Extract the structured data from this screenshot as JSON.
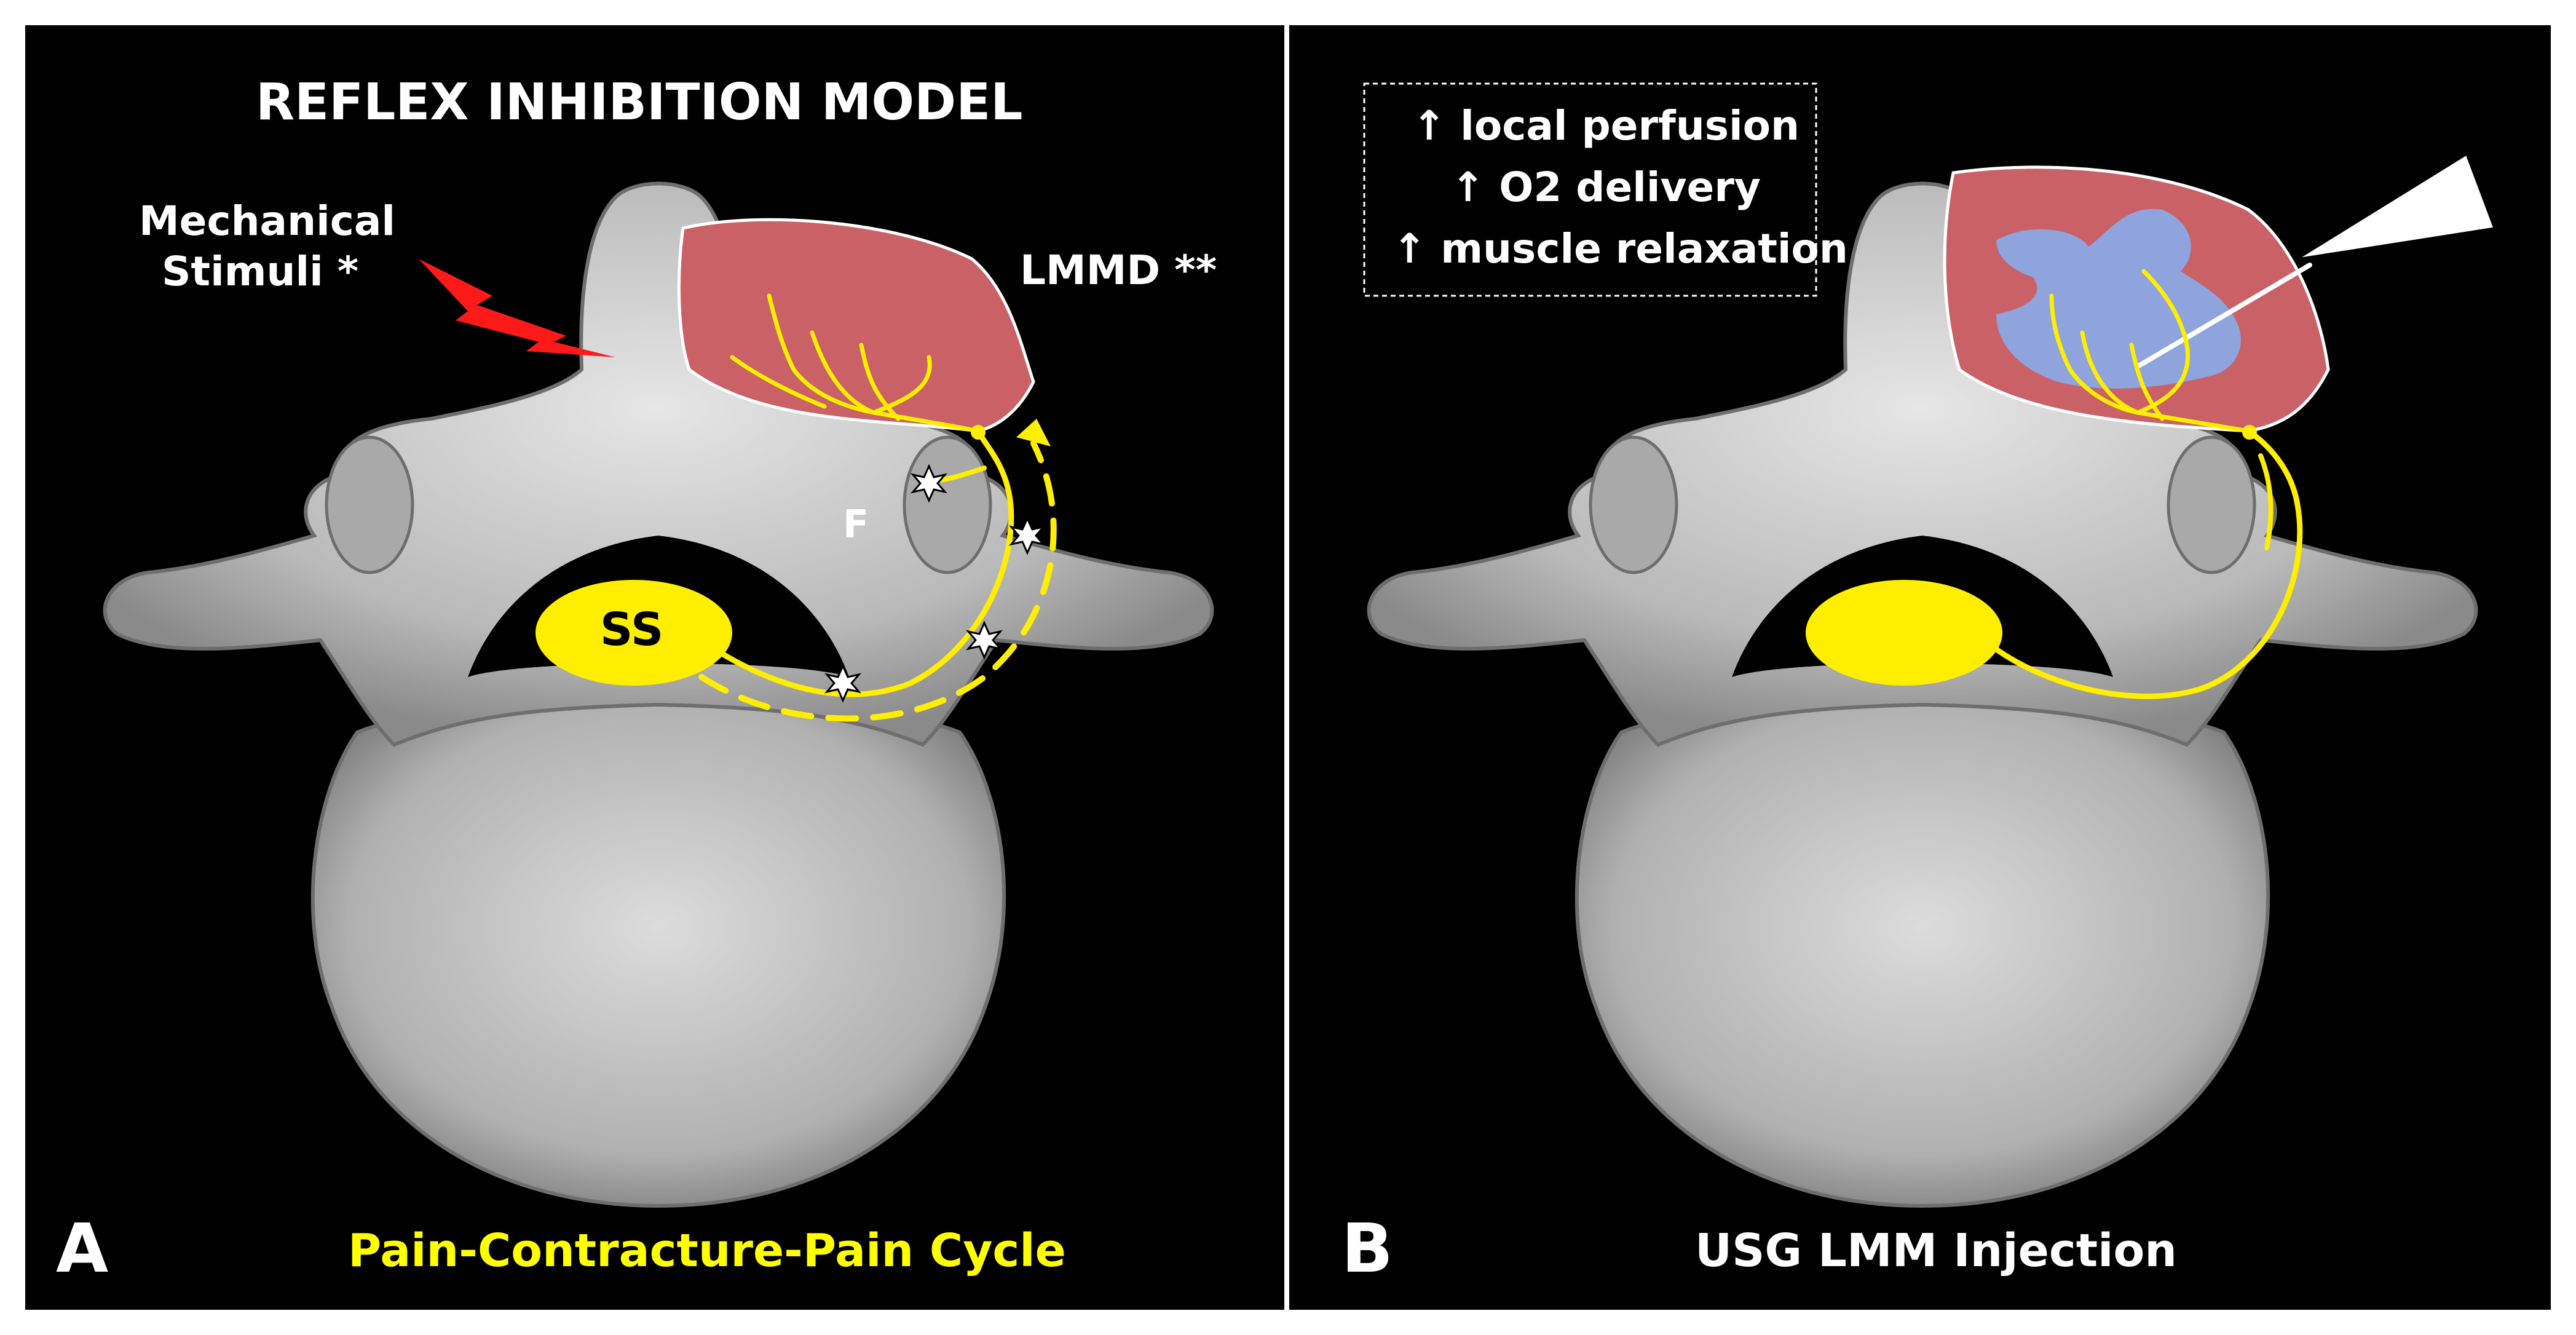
{
  "panel_a": {
    "letter": "A",
    "title": "REFLEX INHIBITION MODEL",
    "stimulus_line1": "Mechanical",
    "stimulus_line2": "Stimuli *",
    "muscle_label": "LMMD **",
    "facet_label": "F",
    "ganglion_label": "SS",
    "caption": "Pain-Contracture-Pain Cycle"
  },
  "panel_b": {
    "letter": "B",
    "effects": [
      "↑ local perfusion",
      "↑ O2 delivery",
      "↑ muscle relaxation"
    ],
    "caption": "USG LMM Injection"
  },
  "colors": {
    "background": "#000000",
    "border": "#ffffff",
    "nerve": "#ffee00",
    "muscle": "#c96167",
    "injectate": "#8fa3dc",
    "bone": "#c8c8c8",
    "lightning": "#ff1a1a",
    "caption_a": "#ffff00"
  }
}
